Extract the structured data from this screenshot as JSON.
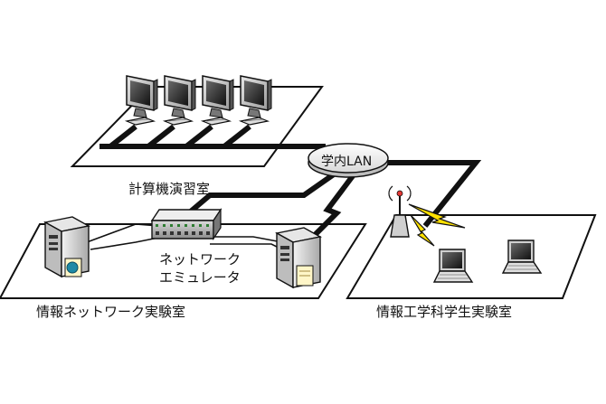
{
  "diagram": {
    "rooms": [
      {
        "name": "計算機演習室"
      },
      {
        "name": "情報ネットワーク実験室"
      },
      {
        "name": "情報工学科学生実験室"
      }
    ],
    "hub_label": "学内LAN",
    "emulator_label_line1": "ネットワーク",
    "emulator_label_line2": "エミュレータ"
  }
}
